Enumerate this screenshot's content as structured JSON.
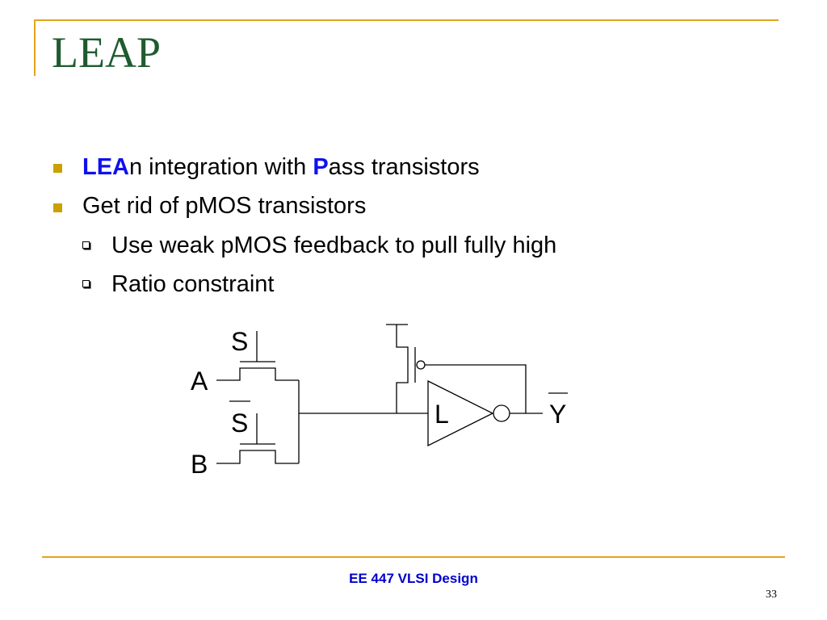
{
  "slide": {
    "title": "LEAP",
    "bullets": [
      {
        "parts": [
          "LEA",
          "n integration with ",
          "P",
          "ass transistors"
        ]
      },
      {
        "text": "Get rid of pMOS transistors"
      }
    ],
    "sub_bullets": [
      {
        "text": "Use weak pMOS feedback to pull fully high"
      },
      {
        "text": "Ratio constraint"
      }
    ],
    "circuit_labels": {
      "s": "S",
      "s_bar": "S",
      "a": "A",
      "b": "B",
      "l": "L",
      "y_bar": "Y"
    },
    "footer": "EE 447 VLSI Design",
    "page_number": "33"
  },
  "colors": {
    "accent_gold": "#E2A41E",
    "title_green": "#1E5B2E",
    "bullet_marker": "#C9A100",
    "highlight_blue": "#1010EE",
    "footer_blue": "#0000CC"
  }
}
